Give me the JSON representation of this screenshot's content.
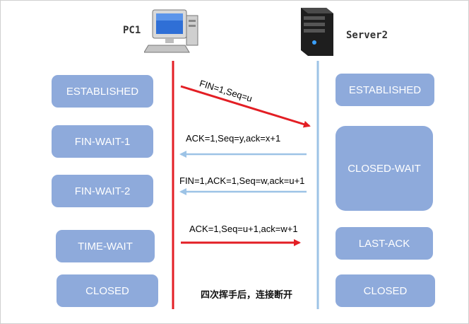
{
  "nodes": {
    "client_label": "PC1",
    "server_label": "Server2"
  },
  "client_states": [
    "ESTABLISHED",
    "FIN-WAIT-1",
    "FIN-WAIT-2",
    "TIME-WAIT",
    "CLOSED"
  ],
  "server_states": [
    "ESTABLISHED",
    "CLOSED-WAIT",
    "LAST-ACK",
    "CLOSED"
  ],
  "messages": [
    {
      "text": "FIN=1,Seq=u",
      "direction": "client-to-server",
      "color": "#e31e24"
    },
    {
      "text": "ACK=1,Seq=y,ack=x+1",
      "direction": "server-to-client",
      "color": "#9dc3e6"
    },
    {
      "text": "FIN=1,ACK=1,Seq=w,ack=u+1",
      "direction": "server-to-client",
      "color": "#9dc3e6"
    },
    {
      "text": "ACK=1,Seq=u+1,ack=w+1",
      "direction": "client-to-server",
      "color": "#e31e24"
    }
  ],
  "caption": "四次挥手后，连接断开",
  "colors": {
    "client_line": "#e31e24",
    "server_line": "#9dc3e6",
    "state_box": "#8eaadb"
  },
  "icons": {
    "client": "desktop-computer-icon",
    "server": "server-tower-icon"
  }
}
